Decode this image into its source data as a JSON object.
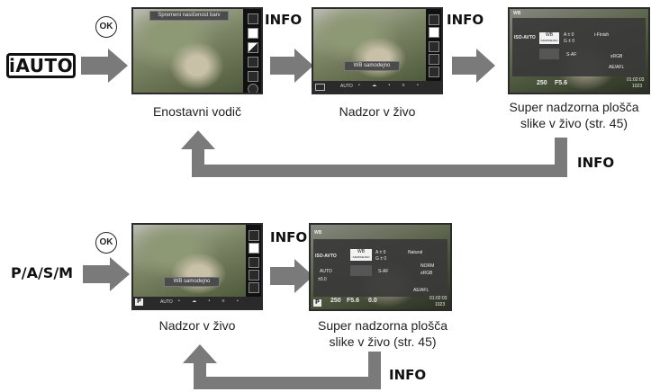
{
  "iauto_row": {
    "mode_label": "iAUTO",
    "ok_label": "OK",
    "screen1": {
      "banner": "Spremeni nasičenost barv",
      "caption": "Enostavni vodič"
    },
    "info_1": "INFO",
    "screen2": {
      "banner": "WB samodejno",
      "bar_text": "AUTO",
      "caption": "Nadzor v živo"
    },
    "info_2": "INFO",
    "screen3": {
      "wb": "WB",
      "iso": "ISO-AVTO",
      "wb_box_1": "WB",
      "wb_box_2": "SAMODEJNO",
      "a_val": "A ± 0",
      "g_val": "G ± 0",
      "finish": "i-Finish",
      "saf": "S-AF",
      "srgb": "sRGB",
      "aelafl": "AE/AFL",
      "shutter": "250",
      "aperture": "F5.6",
      "time": "01:02:03",
      "count": "1023",
      "caption_line1": "Super nadzorna plošča",
      "caption_line2": "slike v živo (str. 45)"
    },
    "info_return": "INFO"
  },
  "pasm_row": {
    "mode_label": "P/A/S/M",
    "ok_label": "OK",
    "screen1": {
      "banner": "WB samodejno",
      "bar_text": "AUTO",
      "mode": "P",
      "caption": "Nadzor v živo"
    },
    "info_1": "INFO",
    "screen2": {
      "wb": "WB",
      "iso": "ISO-AVTO",
      "wb_box_1": "WB",
      "wb_box_2": "SAMODEJNO",
      "a_val": "A ± 0",
      "g_val": "G ± 0",
      "natural": "Natural",
      "auto": "AUTO",
      "ev": "±0.0",
      "saf": "S-AF",
      "norm": "NORM",
      "srgb": "sRGB",
      "aelafl": "AE/AFL",
      "mode": "P",
      "shutter": "250",
      "aperture": "F5.6",
      "exp": "0.0",
      "time": "01:02:03",
      "count": "1023",
      "caption_line1": "Super nadzorna plošča",
      "caption_line2": "slike v živo (str. 45)"
    },
    "info_return": "INFO"
  }
}
